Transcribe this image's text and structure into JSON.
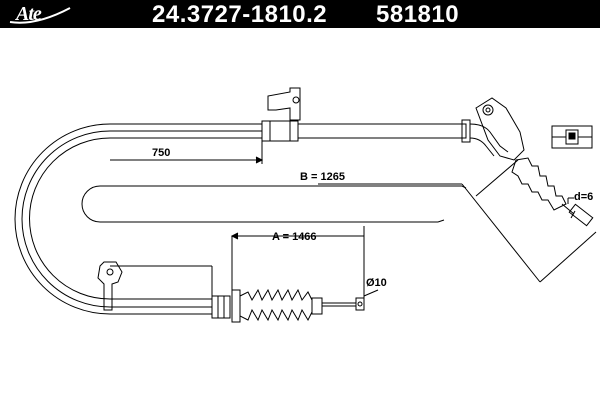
{
  "header": {
    "logo_text": "Ate",
    "part_number": "24.3727-1810.2",
    "code_number": "581810"
  },
  "dimensions": {
    "d750": "750",
    "b": "B = 1265",
    "a": "A = 1466",
    "phi": "Ø10",
    "d": "d=6"
  },
  "colors": {
    "header_bg": "#000000",
    "header_text": "#ffffff",
    "line": "#000000"
  }
}
